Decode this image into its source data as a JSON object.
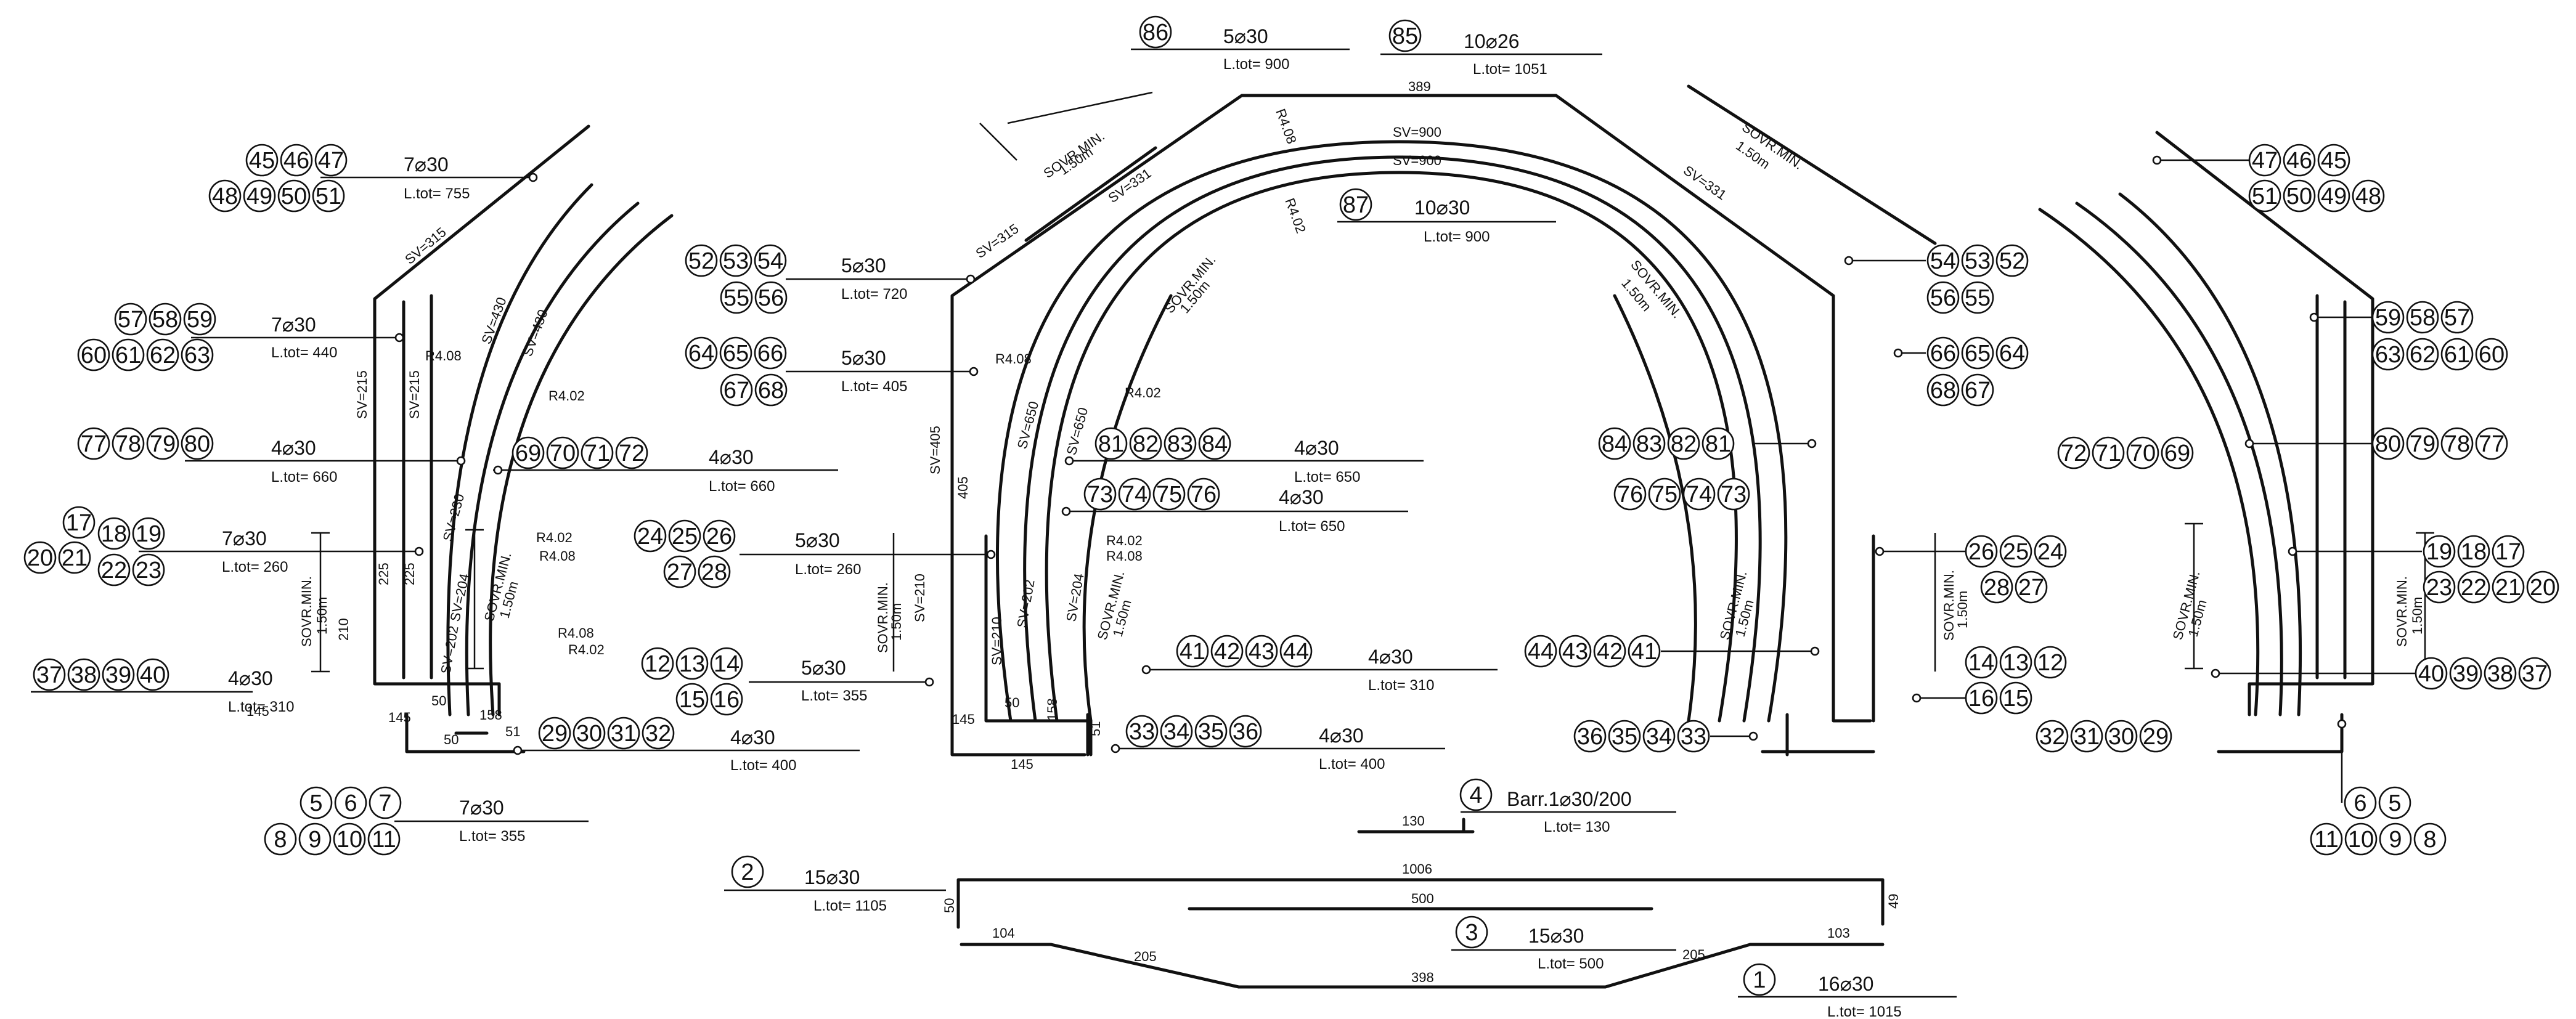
{
  "sheet": {
    "left_shape": {
      "dims": {
        "d145a": "145",
        "d145b": "145",
        "d50a": "50",
        "d50b": "50",
        "d158": "158",
        "d51": "51",
        "d210": "210",
        "d225a": "225",
        "d225b": "225"
      },
      "sv": {
        "sv315": "SV=315",
        "sv430a": "SV=430",
        "sv430b": "SV=430",
        "sv215a": "SV=215",
        "sv215b": "SV=215",
        "sv230": "SV=230",
        "sv204": "SV=204",
        "sv202": "SV=202"
      },
      "radii": {
        "r408a": "R4.08",
        "r402a": "R4.02",
        "r402b": "R4.02",
        "r408b": "R4.08",
        "r408c": "R4.08",
        "r402c": "R4.02"
      },
      "overlap": {
        "a_l1": "SOVR.MIN.",
        "a_l2": "1.50m",
        "b_l1": "SOVR.MIN.",
        "b_l2": "1.50m"
      }
    },
    "right_shape": {
      "overlap": {
        "a_l1": "SOVR.MIN.",
        "a_l2": "1.50m",
        "b_l1": "SOVR.MIN.",
        "b_l2": "1.50m"
      }
    },
    "center_shape": {
      "dims": {
        "d389": "389",
        "d405": "405",
        "d145a": "145",
        "d145b": "145",
        "d50": "50",
        "d158": "158",
        "d51": "51"
      },
      "sv": {
        "sv315": "SV=315",
        "sv331a": "SV=331",
        "sv331b": "SV=331",
        "sv900a": "SV=900",
        "sv900b": "SV=900",
        "sv650a": "SV=650",
        "sv650b": "SV=650",
        "sv405": "SV=405",
        "sv210a": "SV=210",
        "sv210b": "SV=210",
        "sv202": "SV=202",
        "sv204": "SV=204"
      },
      "radii": {
        "r408a": "R4.08",
        "r402a": "R4.02",
        "r408b": "R4.08",
        "r402b": "R4.02",
        "r402c": "R4.02",
        "r408c": "R4.08"
      },
      "overlap": {
        "top_l1": "SOVR.MIN.",
        "top_l2": "1.50m",
        "tr_l1": "SOVR.MIN.",
        "tr_l2": "1.50m",
        "ul_l1": "SOVR.MIN.",
        "ul_l2": "1.50m",
        "ur_l1": "SOVR.MIN.",
        "ur_l2": "1.50m",
        "l_l1": "SOVR.MIN.",
        "l_l2": "1.50m",
        "il_l1": "SOVR.MIN.",
        "il_l2": "1.50m",
        "ir_l1": "SOVR.MIN.",
        "ir_l2": "1.50m",
        "rr_l1": "SOVR.MIN.",
        "rr_l2": "1.50m"
      }
    },
    "bottom_bars": {
      "d1006": "1006",
      "d500": "500",
      "d50": "50",
      "d49": "49",
      "d104": "104",
      "d205a": "205",
      "d398": "398",
      "d205b": "205",
      "d103": "103",
      "d130": "130"
    },
    "callouts": {
      "c45": {
        "spec": "7⌀30",
        "ltot": "L.tot= 755",
        "top": [
          "45",
          "46",
          "47"
        ],
        "bottom": [
          "48",
          "49",
          "50",
          "51"
        ]
      },
      "c57": {
        "spec": "7⌀30",
        "ltot": "L.tot= 440",
        "top": [
          "57",
          "58",
          "59"
        ],
        "bottom": [
          "60",
          "61",
          "62",
          "63"
        ]
      },
      "c77": {
        "spec": "4⌀30",
        "ltot": "L.tot= 660",
        "row": [
          "77",
          "78",
          "79",
          "80"
        ]
      },
      "c69": {
        "spec": "4⌀30",
        "ltot": "L.tot= 660",
        "row": [
          "69",
          "70",
          "71",
          "72"
        ]
      },
      "c17": {
        "spec": "7⌀30",
        "ltot": "L.tot= 260",
        "top": [
          "17"
        ],
        "mid": [
          "18",
          "19"
        ],
        "left": [
          "20",
          "21"
        ],
        "bottom": [
          "22",
          "23"
        ]
      },
      "c37": {
        "spec": "4⌀30",
        "ltot": "L.tot= 310",
        "row": [
          "37",
          "38",
          "39",
          "40"
        ]
      },
      "c29": {
        "spec": "4⌀30",
        "ltot": "L.tot= 400",
        "row": [
          "29",
          "30",
          "31",
          "32"
        ]
      },
      "c5": {
        "spec": "7⌀30",
        "ltot": "L.tot= 355",
        "top": [
          "5",
          "6",
          "7"
        ],
        "bottom": [
          "8",
          "9",
          "10",
          "11"
        ]
      },
      "c52": {
        "spec": "5⌀30",
        "ltot": "L.tot= 720",
        "top": [
          "52",
          "53",
          "54"
        ],
        "bottom": [
          "55",
          "56"
        ]
      },
      "c64": {
        "spec": "5⌀30",
        "ltot": "L.tot= 405",
        "top": [
          "64",
          "65",
          "66"
        ],
        "bottom": [
          "67",
          "68"
        ]
      },
      "c24": {
        "spec": "5⌀30",
        "ltot": "L.tot= 260",
        "top": [
          "24",
          "25",
          "26"
        ],
        "bottom": [
          "27",
          "28"
        ]
      },
      "c12": {
        "spec": "5⌀30",
        "ltot": "L.tot= 355",
        "top": [
          "12",
          "13",
          "14"
        ],
        "bottom": [
          "15",
          "16"
        ]
      },
      "c86": {
        "spec": "5⌀30",
        "ltot": "L.tot= 900",
        "row": [
          "86"
        ]
      },
      "c85": {
        "spec": "10⌀26",
        "ltot": "L.tot= 1051",
        "row": [
          "85"
        ]
      },
      "c87": {
        "spec": "10⌀30",
        "ltot": "L.tot= 900",
        "row": [
          "87"
        ]
      },
      "c81": {
        "spec": "4⌀30",
        "ltot": "L.tot= 650",
        "row": [
          "81",
          "82",
          "83",
          "84"
        ]
      },
      "c73": {
        "spec": "4⌀30",
        "ltot": "L.tot= 650",
        "row": [
          "73",
          "74",
          "75",
          "76"
        ]
      },
      "c41": {
        "spec": "4⌀30",
        "ltot": "L.tot= 310",
        "row": [
          "41",
          "42",
          "43",
          "44"
        ]
      },
      "c33": {
        "spec": "4⌀30",
        "ltot": "L.tot= 400",
        "row": [
          "33",
          "34",
          "35",
          "36"
        ]
      },
      "c4": {
        "spec": "Barr.1⌀30/200",
        "ltot": "L.tot= 130",
        "row": [
          "4"
        ]
      },
      "c2": {
        "spec": "15⌀30",
        "ltot": "L.tot= 1105",
        "row": [
          "2"
        ]
      },
      "c3": {
        "spec": "15⌀30",
        "ltot": "L.tot= 500",
        "row": [
          "3"
        ]
      },
      "c1": {
        "spec": "16⌀30",
        "ltot": "L.tot= 1015",
        "row": [
          "1"
        ]
      }
    },
    "right_balloons": {
      "r47": {
        "top": [
          "47",
          "46",
          "45"
        ],
        "bottom": [
          "51",
          "50",
          "49",
          "48"
        ]
      },
      "r59": {
        "top": [
          "59",
          "58",
          "57"
        ],
        "bottom": [
          "63",
          "62",
          "61",
          "60"
        ]
      },
      "r80": {
        "row": [
          "80",
          "79",
          "78",
          "77"
        ]
      },
      "r72": {
        "row": [
          "72",
          "71",
          "70",
          "69"
        ]
      },
      "r19": {
        "top": [
          "19",
          "18",
          "17"
        ],
        "bottom": [
          "23",
          "22",
          "21",
          "20"
        ]
      },
      "r40": {
        "row": [
          "40",
          "39",
          "38",
          "37"
        ]
      },
      "r32": {
        "row": [
          "32",
          "31",
          "30",
          "29"
        ]
      },
      "r6": {
        "top": [
          "6",
          "5"
        ],
        "bottom": [
          "11",
          "10",
          "9",
          "8"
        ]
      },
      "r54": {
        "top": [
          "54",
          "53",
          "52"
        ],
        "bottom": [
          "56",
          "55"
        ]
      },
      "r66": {
        "top": [
          "66",
          "65",
          "64"
        ],
        "bottom": [
          "68",
          "67"
        ]
      },
      "r84": {
        "row": [
          "84",
          "83",
          "82",
          "81"
        ]
      },
      "r76": {
        "row": [
          "76",
          "75",
          "74",
          "73"
        ]
      },
      "r26": {
        "top": [
          "26",
          "25",
          "24"
        ],
        "bottom": [
          "28",
          "27"
        ]
      },
      "r14": {
        "top": [
          "14",
          "13",
          "12"
        ],
        "bottom": [
          "16",
          "15"
        ]
      },
      "r44": {
        "row": [
          "44",
          "43",
          "42",
          "41"
        ]
      },
      "r36": {
        "row": [
          "36",
          "35",
          "34",
          "33"
        ]
      }
    }
  }
}
